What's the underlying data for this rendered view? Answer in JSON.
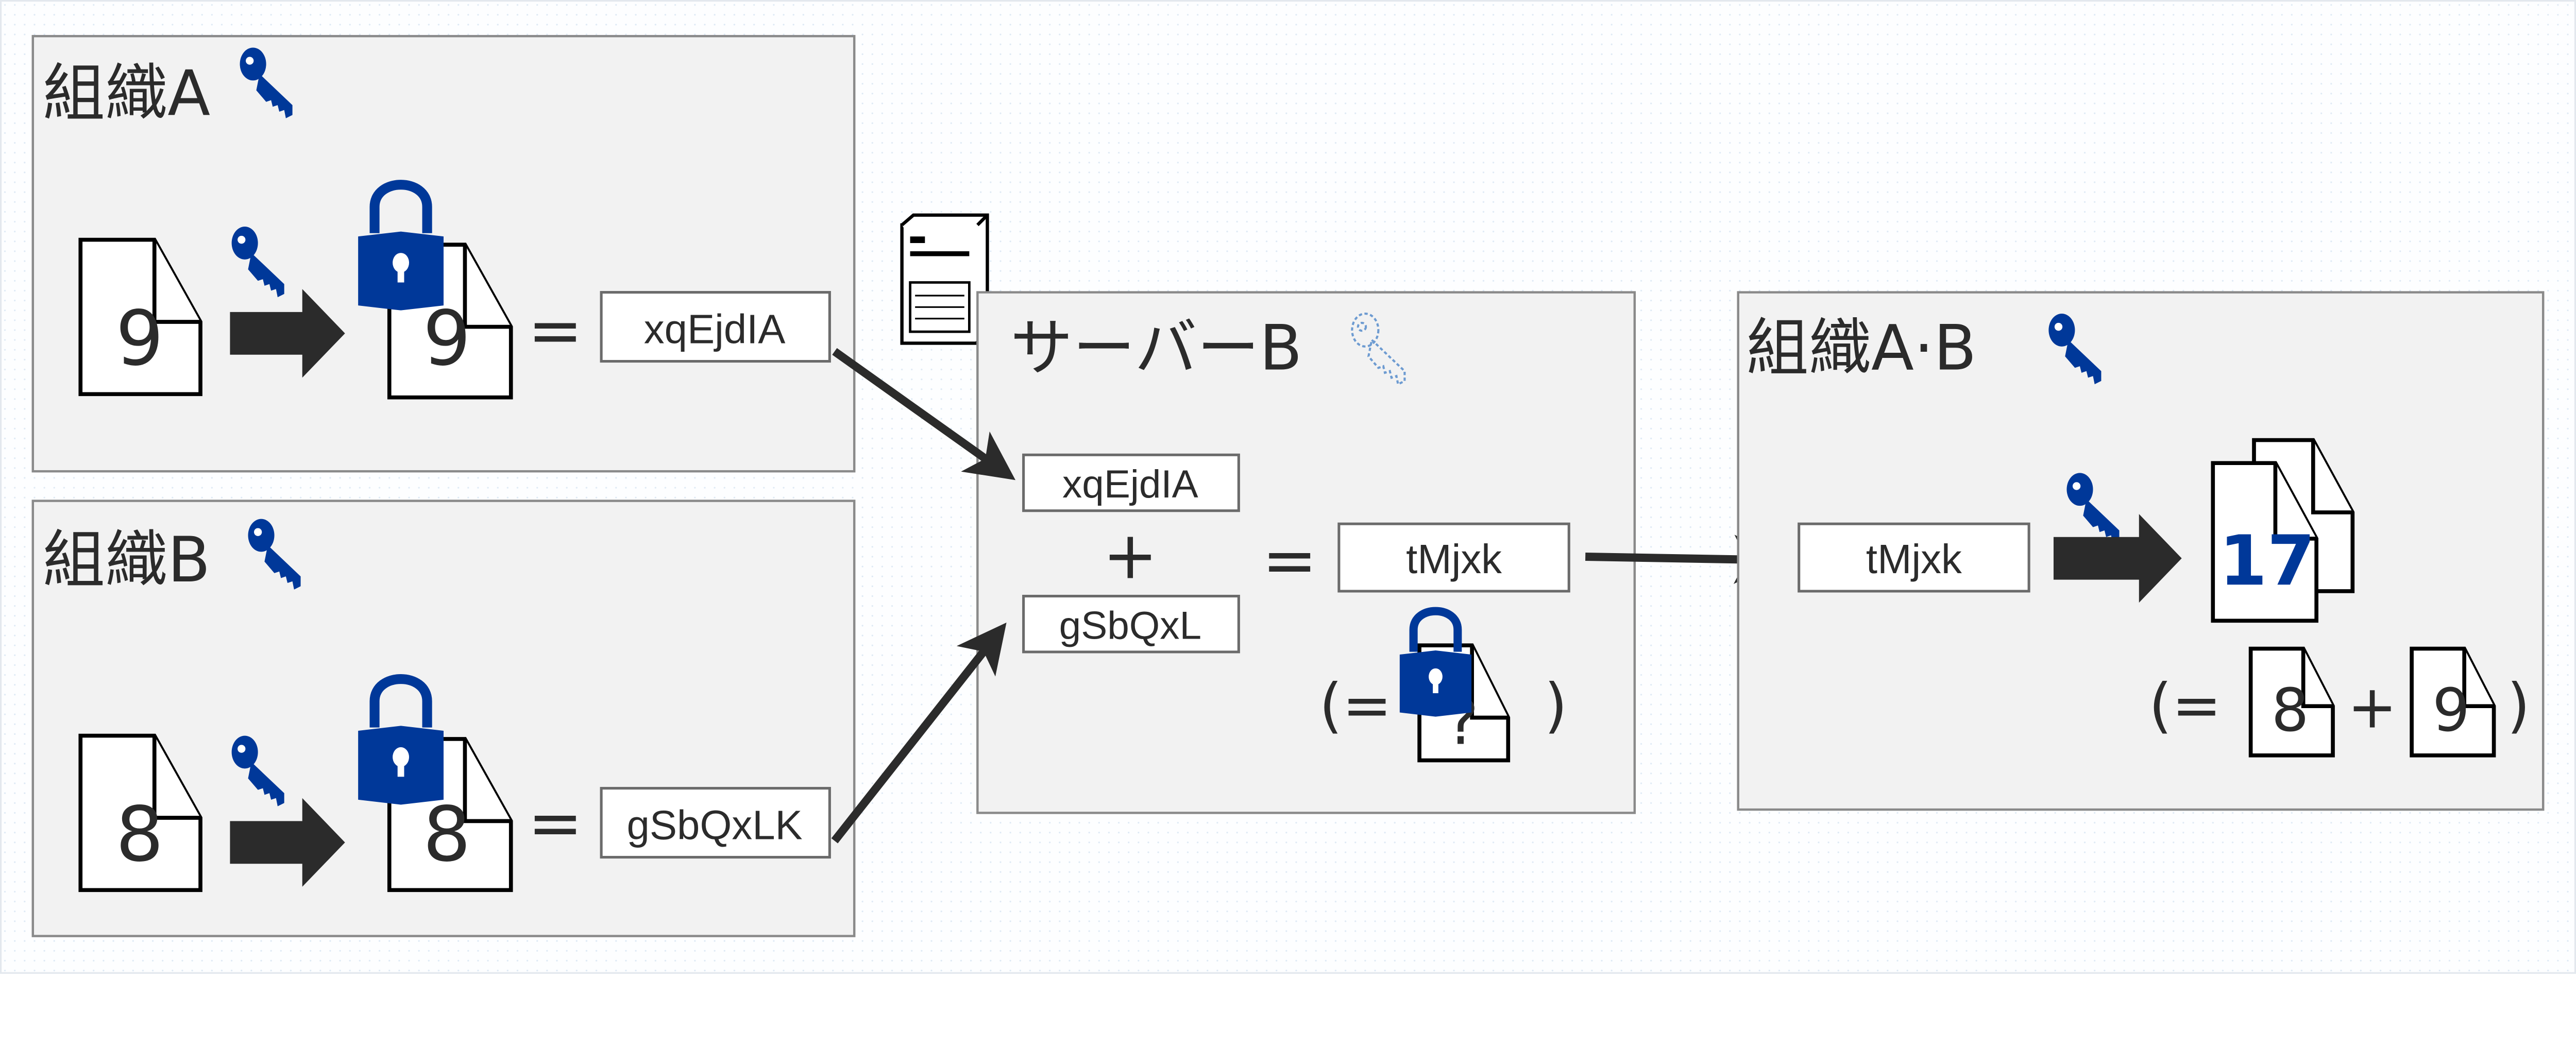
{
  "colors": {
    "key": "#003899",
    "lock": "#003899",
    "highlight_number": "#003899",
    "panel": "#f2f2f2",
    "arrow": "#2b2b2b"
  },
  "org_a": {
    "title": "組織A",
    "plain_value": "9",
    "encrypted_value": "9",
    "equals": "=",
    "ciphertext": "xqEjdIA"
  },
  "org_b": {
    "title": "組織B",
    "plain_value": "8",
    "encrypted_value": "8",
    "equals": "=",
    "ciphertext": "gSbQxLK"
  },
  "server": {
    "title": "サーバーB",
    "input_a": "xqEjdIA",
    "plus": "+",
    "input_b": "gSbQxL",
    "equals": "=",
    "result": "tMjxk",
    "paren_open": "(=",
    "unknown": "?",
    "paren_close": ")"
  },
  "org_ab": {
    "title": "組織A·B",
    "received": "tMjxk",
    "decrypted": "17",
    "paren_open": "(=",
    "operand_a": "8",
    "plus": "+",
    "operand_b": "9",
    "paren_close": ")"
  }
}
